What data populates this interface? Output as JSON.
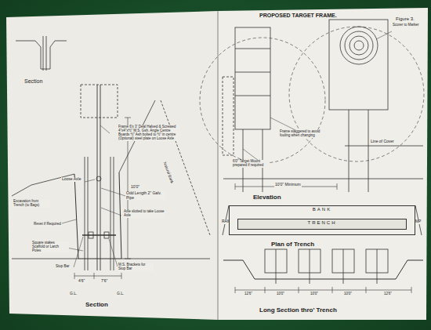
{
  "diagram": {
    "title": "PROPOSED TARGET FRAME.",
    "nodes": [
      {
        "text": [
          "BANK"
        ]
      },
      {
        "text": [
          "TRENCH"
        ],
        "in": 0
      }
    ],
    "labels": [
      "Figure 3.",
      "Section",
      "Frame 6'x 3' Deal Halved & Screwed 4\"x4\"x½\" M.S. Gsh. Angle Centre Boards ½\" Ash bolted to ½\" in centre (Optional) steel plate on Loose Axle",
      "Loose Axle",
      "Odd Length 2\" Galv. Pipe",
      "Axle slotted to take Loose Axle",
      "Excavation from Trench (to Bags)",
      "Revet if Required",
      "Square stakes Scaffold or Larch Poles",
      "Stop Bar",
      "M.S. Brackets for Stop Bar",
      "Natural Bank",
      "10'0\"",
      "4'6\"",
      "7'6\"",
      "G.L.",
      "G.L.",
      "Section",
      "Frame staggered to avoid fouling when changing",
      "6'0\" Target Mount prepared if required",
      "10'0\" Minimum",
      "Elevation",
      "Line of Cover",
      "Scorer to Marker",
      "RAMP",
      "RAMP",
      "Plan of Trench",
      "Long Section thro' Trench",
      "12'6\"",
      "10'0\"",
      "10'0\"",
      "10'0\"",
      "12'6\""
    ]
  }
}
